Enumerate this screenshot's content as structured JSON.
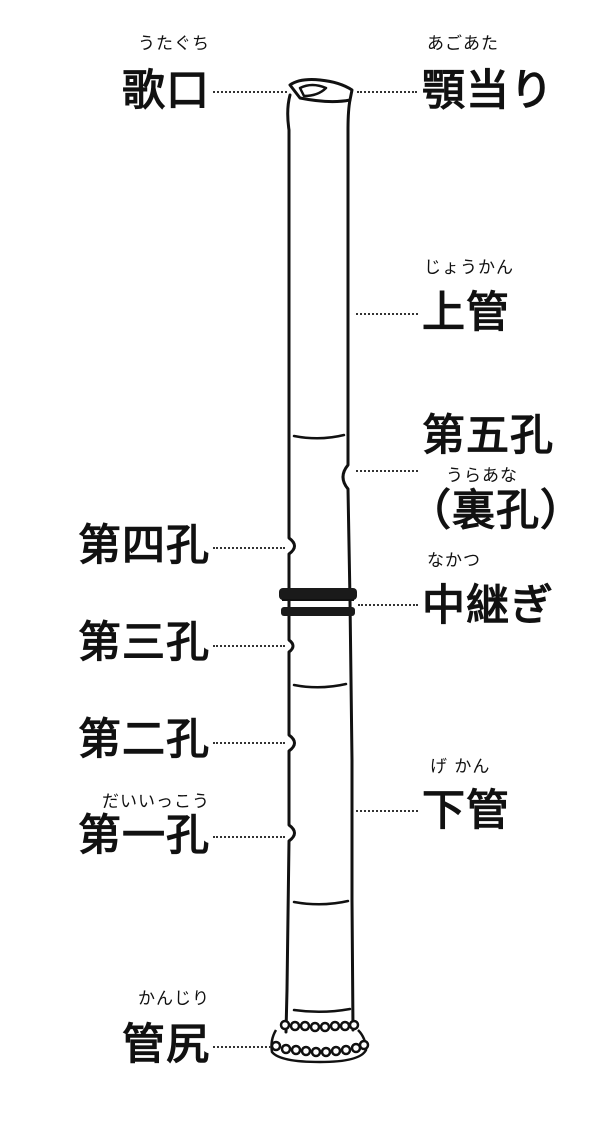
{
  "labels": {
    "utaguchi": {
      "main": "歌口",
      "ruby": "うたぐち"
    },
    "agoate": {
      "main": "顎当り",
      "ruby": "あごあた"
    },
    "joukan": {
      "main": "上管",
      "ruby": "じょうかん"
    },
    "daigoko": {
      "main": "第五孔",
      "ruby": "うらあな",
      "sub": "（裏孔）"
    },
    "daiyonko": {
      "main": "第四孔"
    },
    "nakatsugi": {
      "main": "中継ぎ",
      "ruby": "なかつ"
    },
    "daisanko": {
      "main": "第三孔"
    },
    "dainiko": {
      "main": "第二孔"
    },
    "gekan": {
      "main": "下管",
      "ruby": "げ かん"
    },
    "daiichiko": {
      "main": "第一孔",
      "ruby": "だいいっこう"
    },
    "kanjiri": {
      "main": "管尻",
      "ruby": "かんじり"
    }
  },
  "colors": {
    "ink": "#111111",
    "band": "#1a1a1a"
  }
}
